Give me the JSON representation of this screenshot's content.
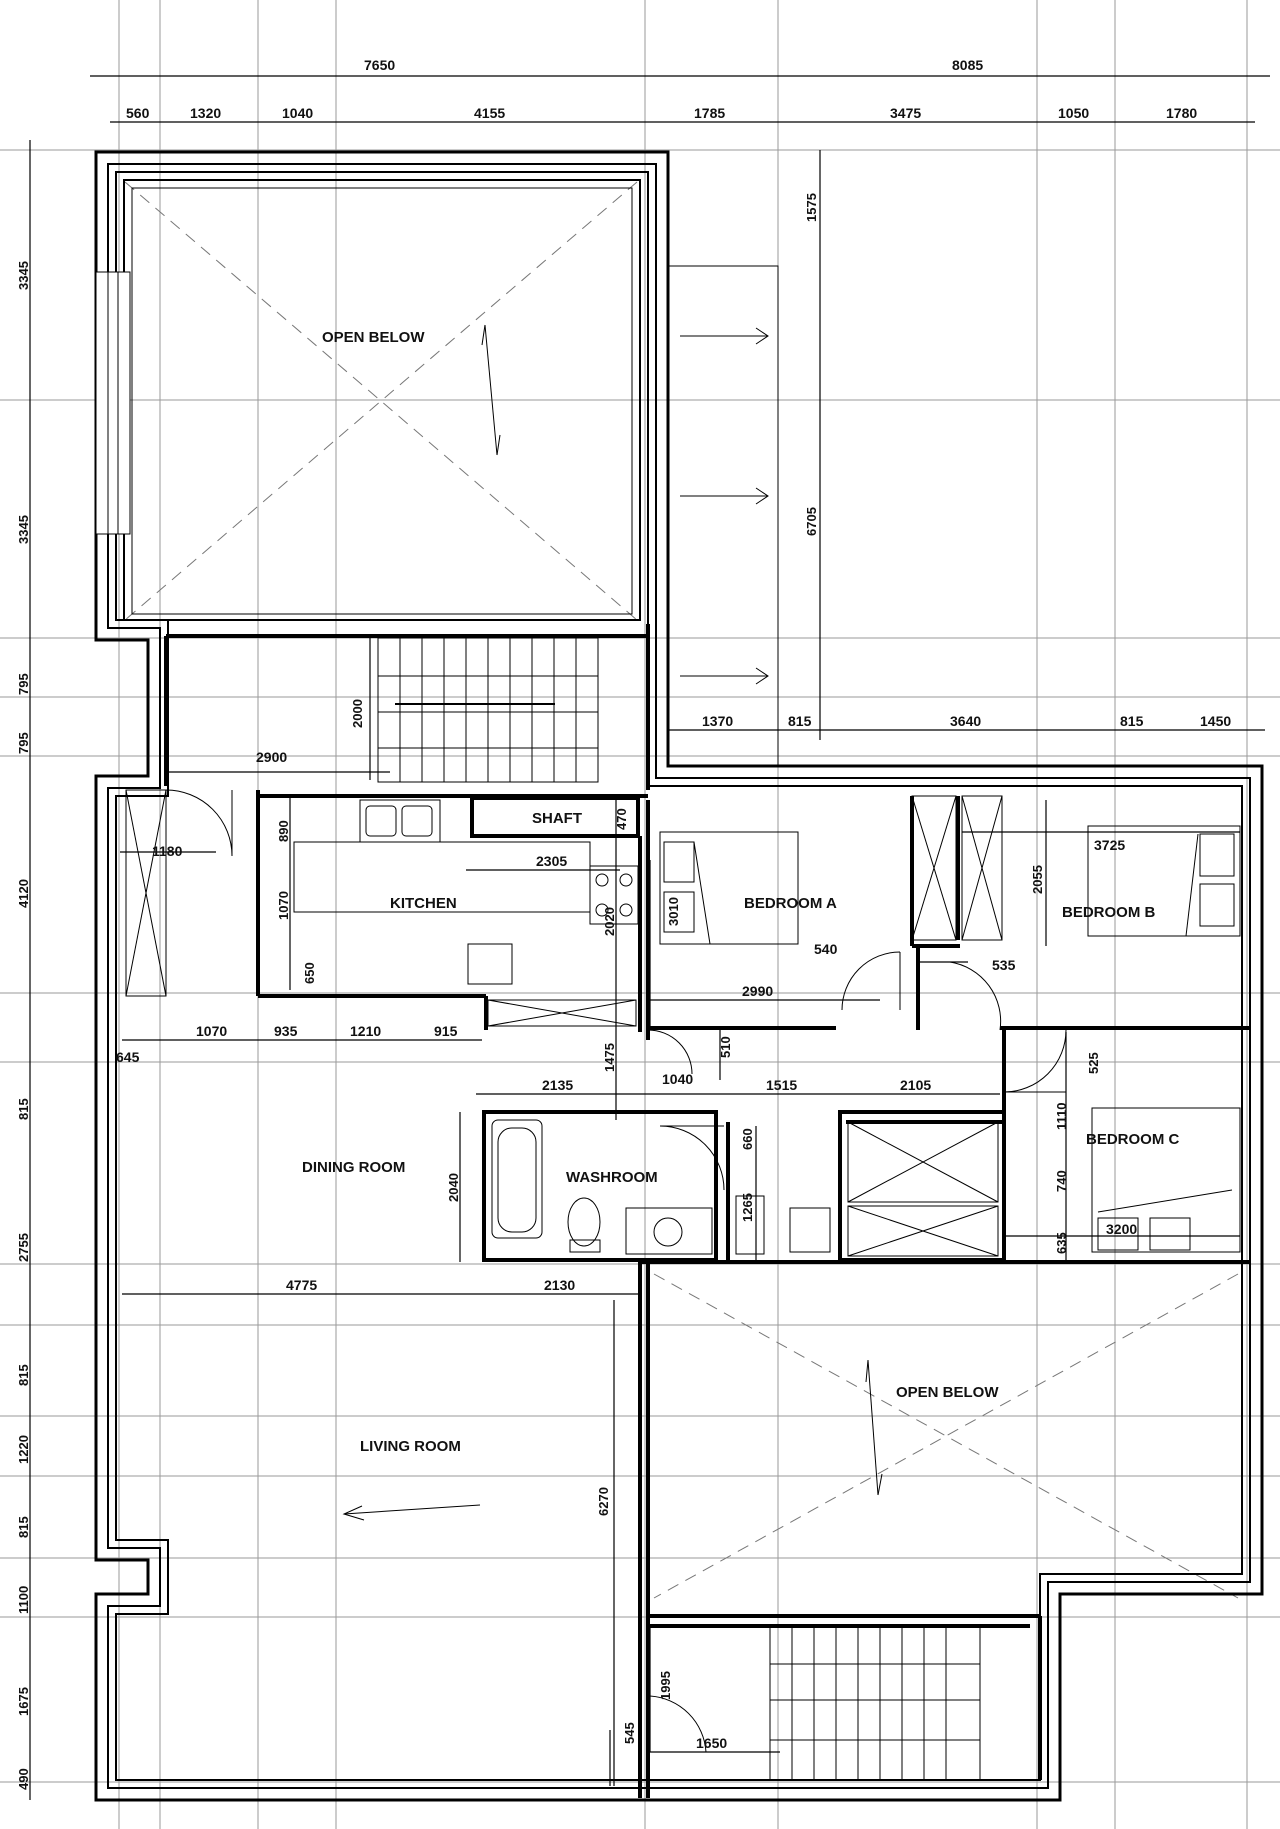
{
  "rooms": {
    "open_below_top": "OPEN BELOW",
    "kitchen": "KITCHEN",
    "shaft": "SHAFT",
    "bedroom_a": "BEDROOM A",
    "bedroom_b": "BEDROOM B",
    "bedroom_c": "BEDROOM C",
    "dining_room": "DINING ROOM",
    "washroom": "WASHROOM",
    "living_room": "LIVING ROOM",
    "open_below_bottom": "OPEN BELOW"
  },
  "dimensions": {
    "top_overall": [
      "7650",
      "8085"
    ],
    "top_segments": [
      "560",
      "1320",
      "1040",
      "4155",
      "1785",
      "3475",
      "1050",
      "1780"
    ],
    "left_side": [
      "3345",
      "3345",
      "795",
      "795",
      "4120",
      "815",
      "2755",
      "815",
      "1220",
      "815",
      "1100",
      "1675",
      "490"
    ],
    "balcony_vertical": [
      "1575",
      "6705"
    ],
    "east_row": [
      "1370",
      "815",
      "3640",
      "815",
      "1450"
    ],
    "kitchen": [
      "2900",
      "2000",
      "1180",
      "890",
      "1070",
      "650",
      "2305",
      "470",
      "2020"
    ],
    "bedrooms": [
      "3010",
      "3725",
      "2055",
      "540",
      "535",
      "2990"
    ],
    "dining_row": [
      "645",
      "1070",
      "935",
      "1210",
      "915",
      "1475",
      "510"
    ],
    "washroom_row": [
      "2135",
      "1040",
      "1515",
      "2105",
      "2040",
      "660",
      "1265"
    ],
    "bedroom_c": [
      "525",
      "1110",
      "740",
      "635",
      "3200"
    ],
    "living": [
      "4775",
      "2130",
      "6270",
      "1995",
      "545",
      "1650"
    ]
  }
}
